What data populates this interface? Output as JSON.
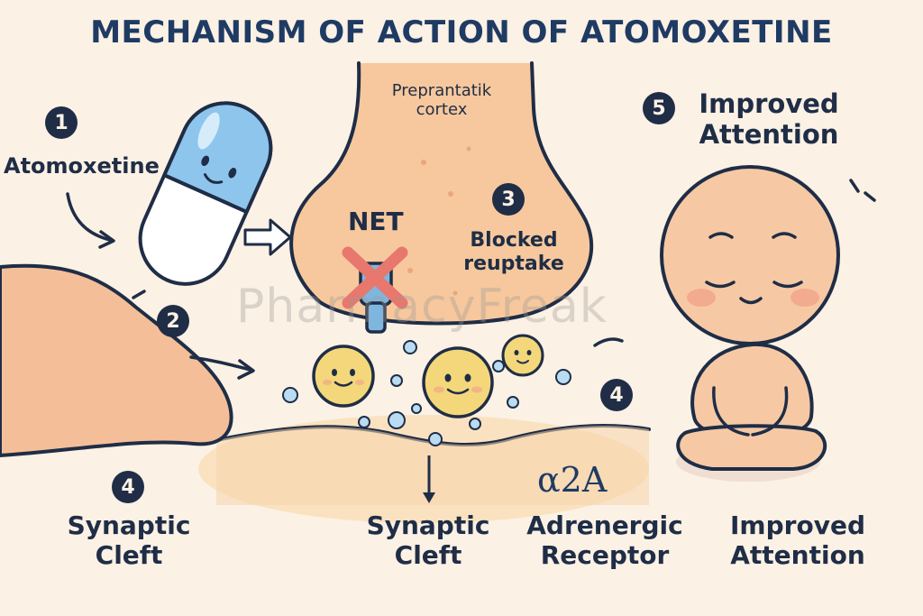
{
  "title": "MECHANISM OF ACTION OF ATOMOXETINE",
  "steps": {
    "step1": {
      "number": "1",
      "label": "Atomoxetine"
    },
    "step2": {
      "number": "2"
    },
    "step3": {
      "number": "3",
      "label_line1": "Blocked",
      "label_line2": "reuptake"
    },
    "step4_right": {
      "number": "4"
    },
    "step4_left": {
      "number": "4",
      "label_line1": "Synaptic",
      "label_line2": "Cleft"
    },
    "step5": {
      "number": "5",
      "label_line1": "Improved",
      "label_line2": "Attention"
    }
  },
  "neuron_label_line1": "Preprantatik",
  "neuron_label_line2": "cortex",
  "net_label": "NET",
  "center_cleft": {
    "line1": "Synaptic",
    "line2": "Cleft"
  },
  "receptor": {
    "symbol": "α2A",
    "line1": "Adrenergic",
    "line2": "Receptor"
  },
  "bottom_right": {
    "line1": "Improved",
    "line2": "Attention"
  },
  "watermark": "PharmacyFreak",
  "colors": {
    "background": "#fbf1e4",
    "outline": "#1f2d46",
    "skin": "#f6c9a4",
    "capsule_blue": "#8ec5ec",
    "neurotransmitter": "#f3d77a",
    "block_x": "#e8776e",
    "transporter": "#7fb6df"
  }
}
